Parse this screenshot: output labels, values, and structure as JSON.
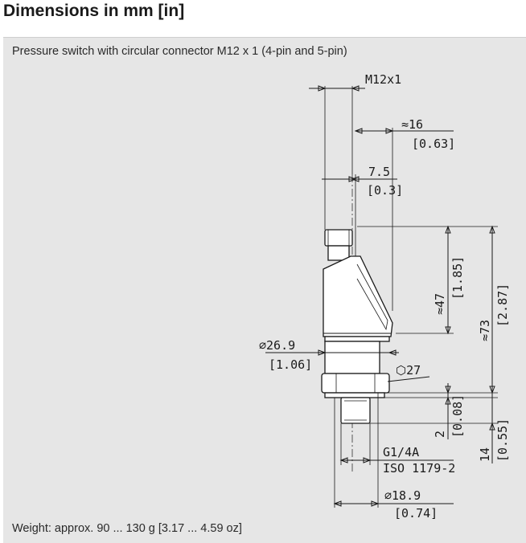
{
  "heading": "Dimensions in mm [in]",
  "subtitle": "Pressure switch with circular connector M12 x 1 (4-pin and 5-pin)",
  "weight": "Weight: approx. 90 ... 130 g [3.17 ... 4.59 oz]",
  "dimensions": {
    "connector": "M12x1",
    "d16_mm": "≈16",
    "d16_in": "[0.63]",
    "d7_5_mm": "7.5",
    "d7_5_in": "[0.3]",
    "d47_mm": "≈47",
    "d47_in": "[1.85]",
    "d73_mm": "≈73",
    "d73_in": "[2.87]",
    "dia26_mm": "⌀26.9",
    "dia26_in": "[1.06]",
    "hex27": "⬡27",
    "d2_mm": "2",
    "d2_in": "[0.08]",
    "d14_mm": "14",
    "d14_in": "[0.55]",
    "thread": "G1/4A",
    "standard": "ISO 1179-2",
    "dia18_mm": "⌀18.9",
    "dia18_in": "[0.74]"
  }
}
